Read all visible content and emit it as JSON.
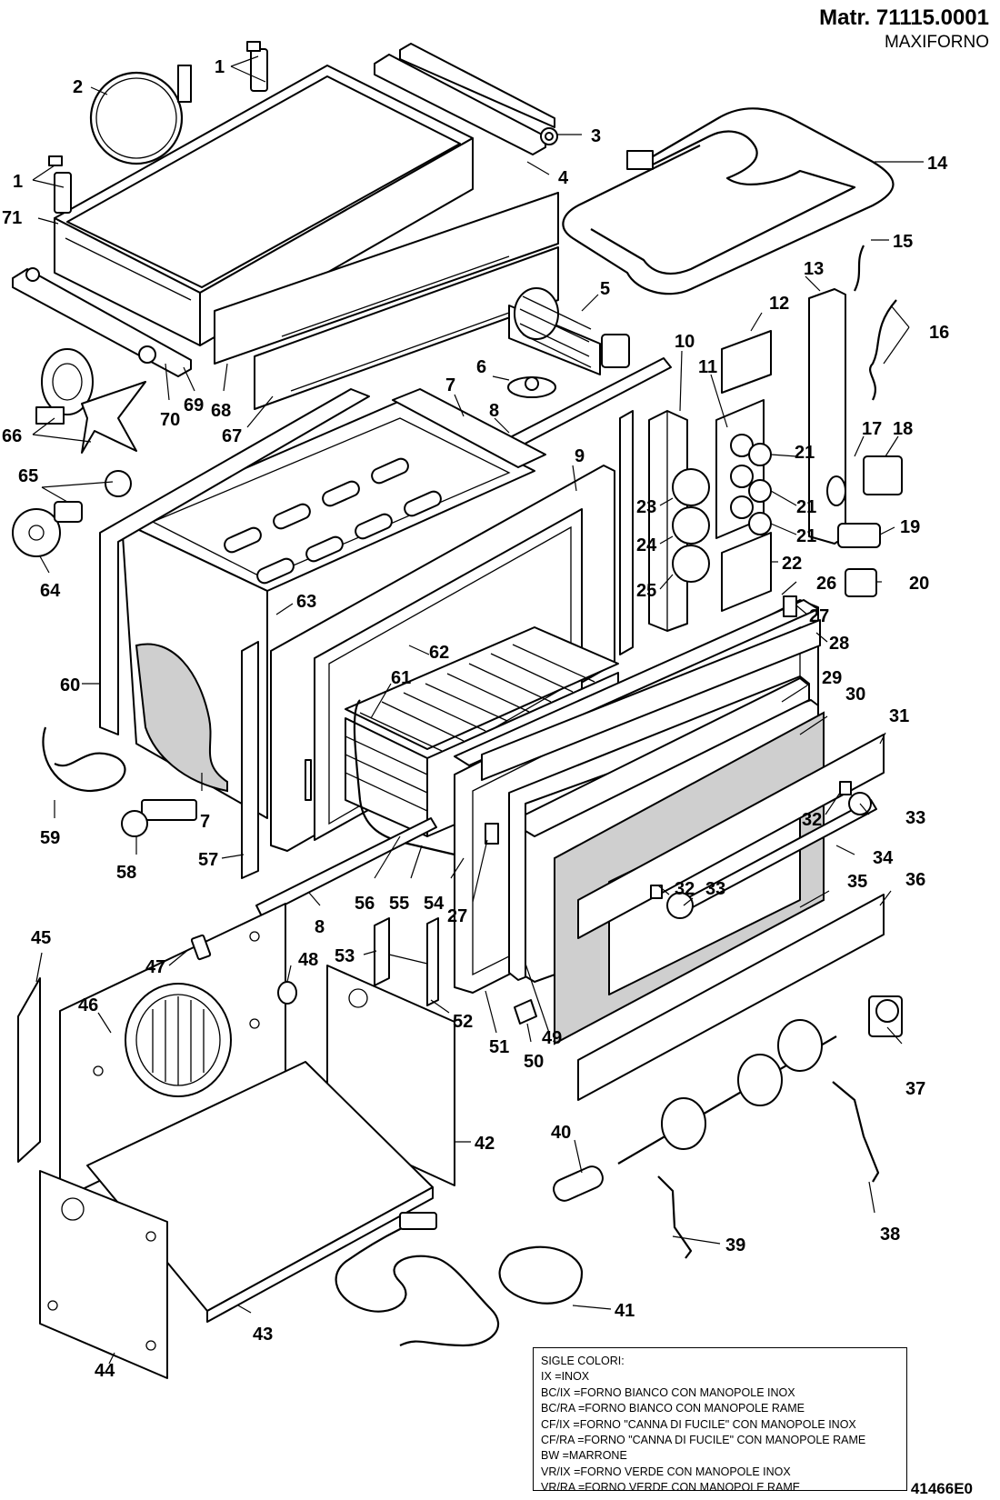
{
  "header": {
    "code": "Matr. 71115.0001",
    "model": "MAXIFORNO"
  },
  "legend": {
    "title": "SIGLE COLORI:",
    "lines": [
      "IX =INOX",
      "BC/IX  =FORNO BIANCO CON MANOPOLE INOX",
      "BC/RA  =FORNO BIANCO CON MANOPOLE RAME",
      "CF/IX  =FORNO \"CANNA DI FUCILE\" CON MANOPOLE INOX",
      "CF/RA  =FORNO \"CANNA DI FUCILE\" CON MANOPOLE RAME",
      "BW =MARRONE",
      "VR/IX  =FORNO VERDE CON MANOPOLE INOX",
      "VR/RA  =FORNO VERDE CON MANOPOLE RAME"
    ]
  },
  "drawing_code": "41466E0",
  "part_labels": [
    "1",
    "1",
    "2",
    "3",
    "4",
    "5",
    "6",
    "7",
    "7",
    "8",
    "8",
    "9",
    "10",
    "11",
    "12",
    "13",
    "14",
    "15",
    "16",
    "17",
    "18",
    "19",
    "20",
    "21",
    "21",
    "21",
    "22",
    "23",
    "24",
    "25",
    "26",
    "27",
    "27",
    "28",
    "29",
    "30",
    "31",
    "32",
    "32",
    "33",
    "33",
    "34",
    "35",
    "36",
    "37",
    "38",
    "39",
    "40",
    "41",
    "42",
    "43",
    "44",
    "45",
    "46",
    "47",
    "48",
    "49",
    "50",
    "51",
    "52",
    "53",
    "54",
    "55",
    "56",
    "57",
    "58",
    "59",
    "60",
    "61",
    "62",
    "63",
    "64",
    "65",
    "66",
    "67",
    "68",
    "69",
    "70",
    "71"
  ]
}
